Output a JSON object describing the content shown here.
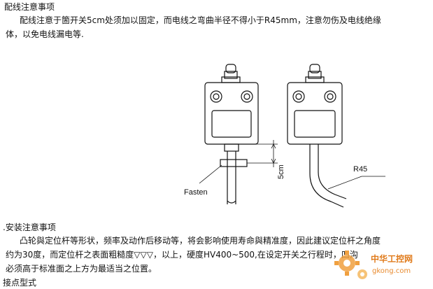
{
  "wiring": {
    "heading": "配线注意事项",
    "line1": "配线注意于箇开关5cm处须加以固定，而电线之弯曲半径不得小于R45mm，注意勿伤及电线绝缘",
    "line2": "体，以免电线漏电等."
  },
  "figure": {
    "label_fasten": "Fasten",
    "label_5cm": "5cm",
    "label_r45": "R45"
  },
  "install": {
    "heading": ".安装注意事项",
    "line1": "凸轮與定位杆等形状，频率及动作后移动等，将会影响使用寿命與精准度，因此建议定位杆之角度",
    "line2": "约为30度，而定位杆之表面粗糙度▽▽▽，以上，硬度HV400~500,在设定开关之行程时，凹沟",
    "line3": "必须高于标准面之上方为最适当之位置。"
  },
  "contact": {
    "heading": "接点型式"
  },
  "watermark": {
    "cn": "中华工控网",
    "url": "gkong.com"
  }
}
